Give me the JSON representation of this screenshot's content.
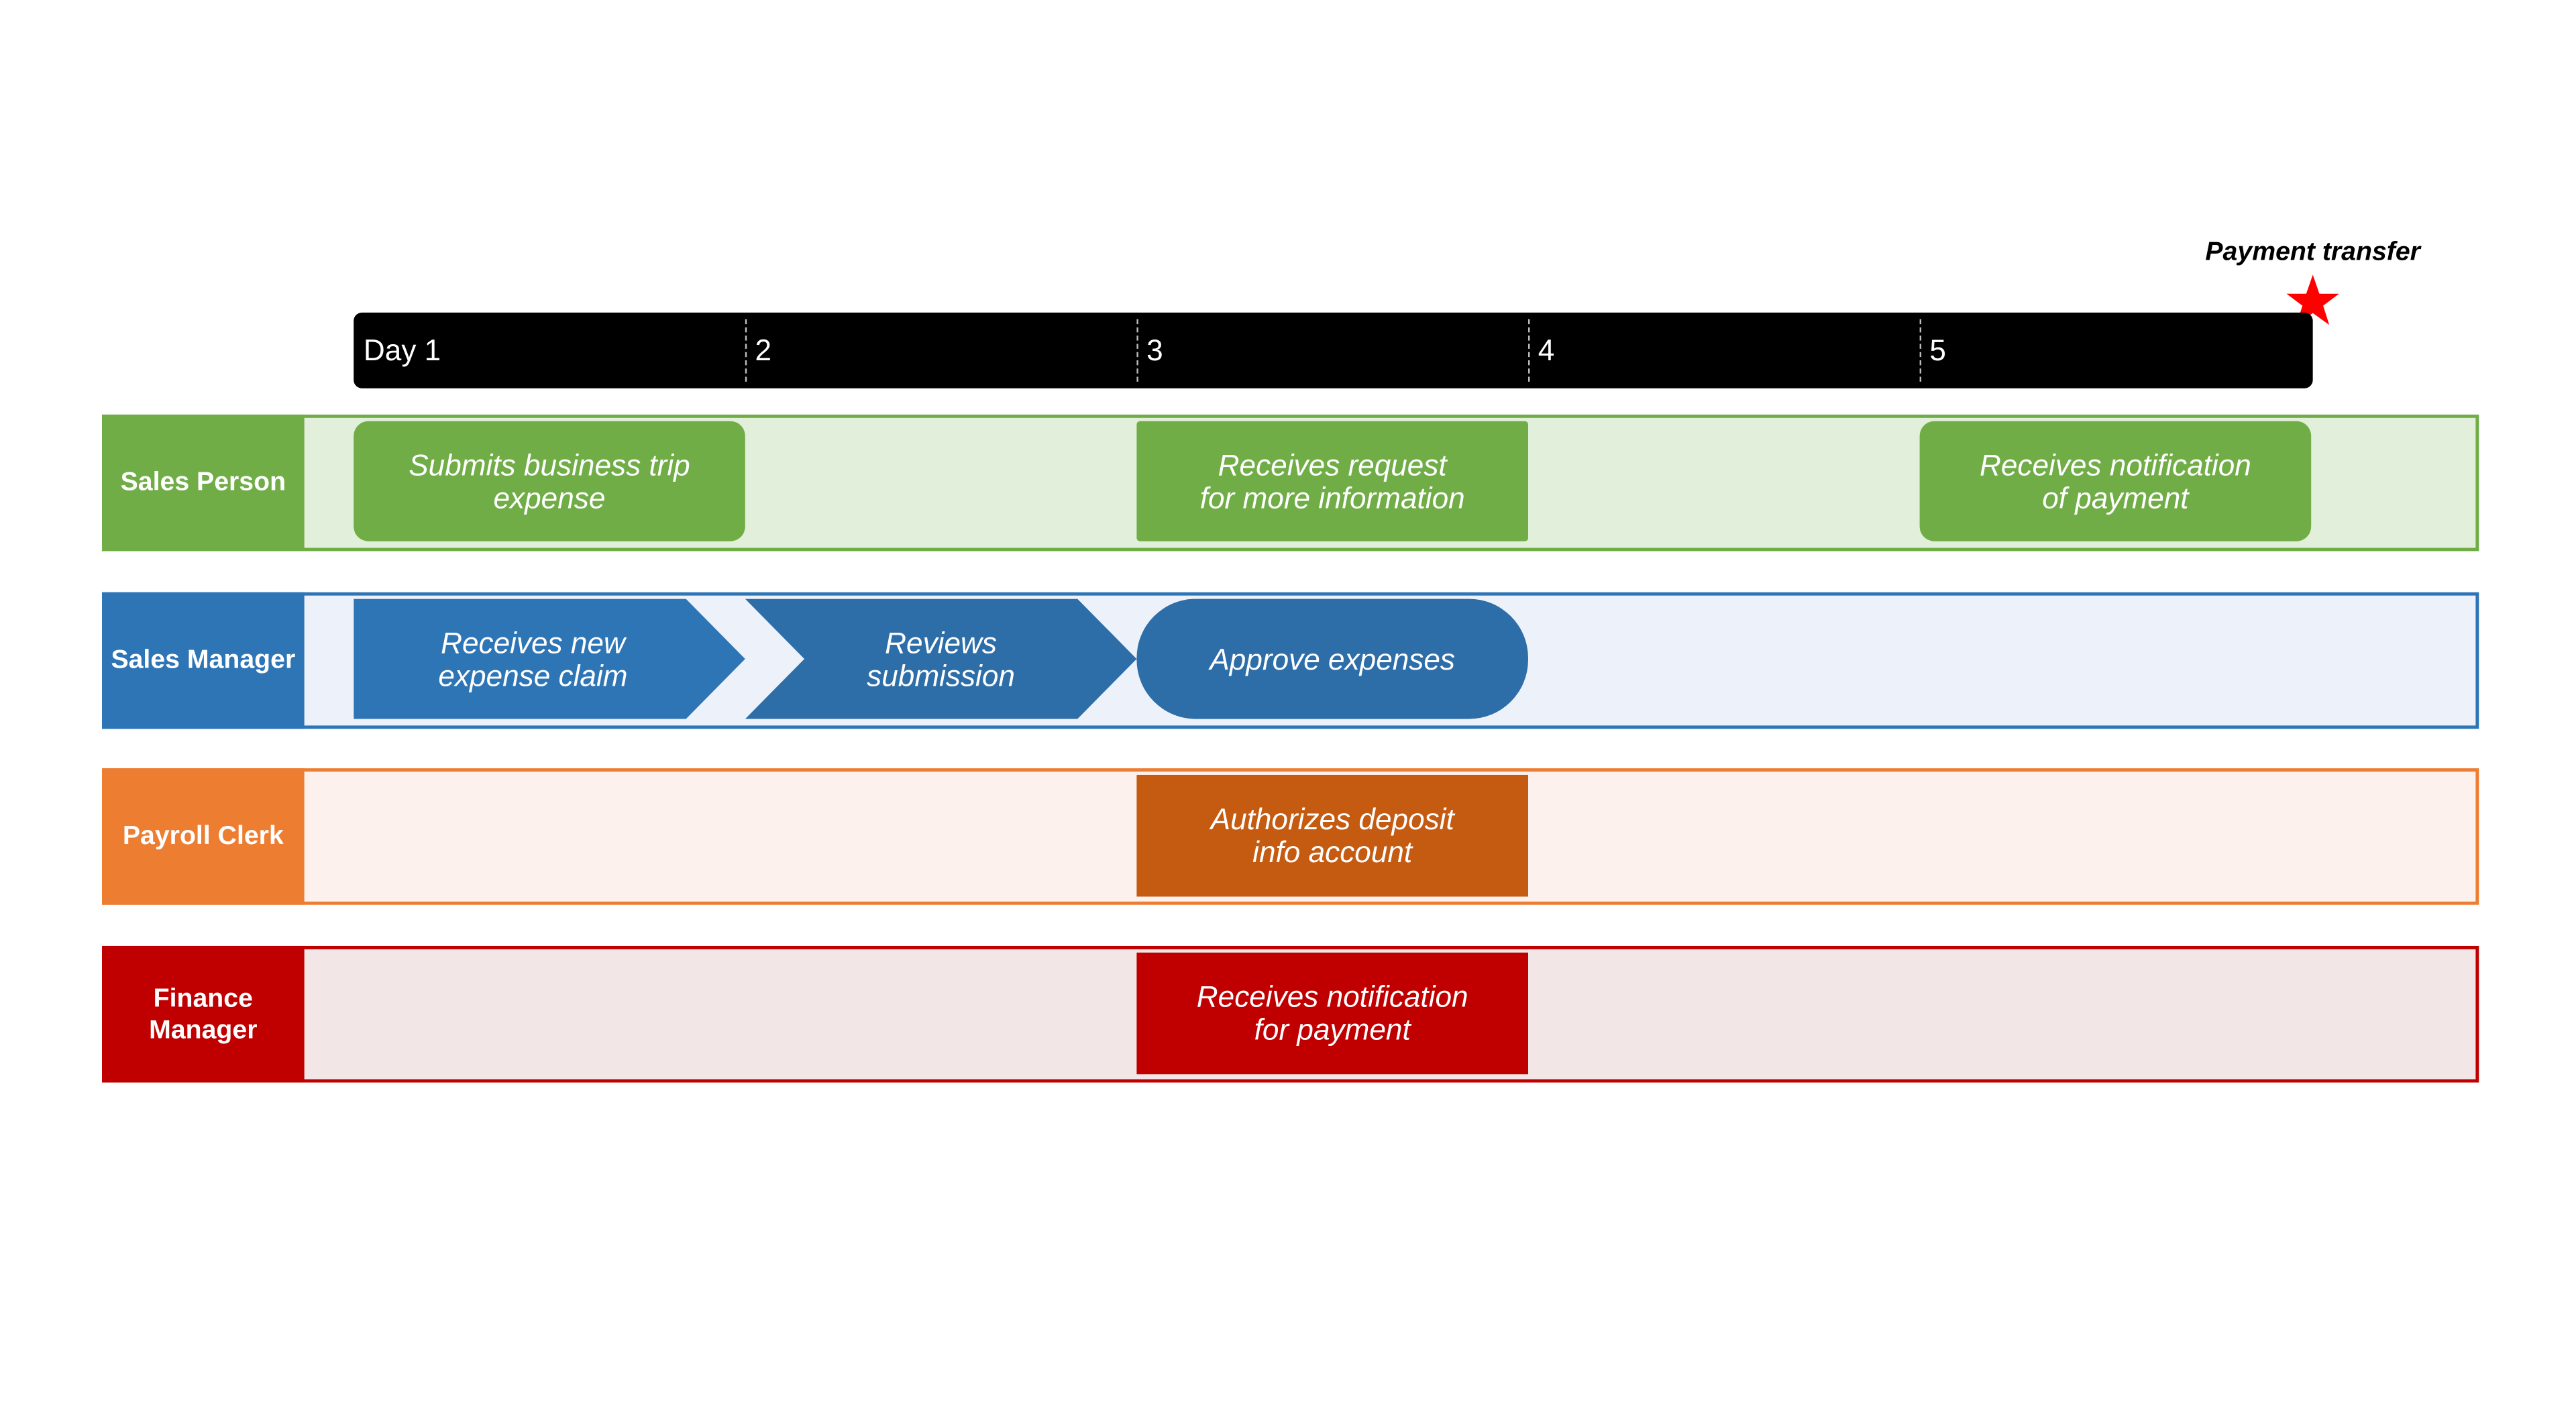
{
  "milestone": {
    "label": "Payment transfer",
    "icon": "star-icon",
    "color": "#ff0000"
  },
  "timeline": {
    "ticks": [
      "Day 1",
      "2",
      "3",
      "4",
      "5"
    ]
  },
  "lanes": [
    {
      "name": "Sales Person",
      "header_color": "#70ad47",
      "fill_color": "#e2efda",
      "tasks": [
        {
          "text": "Submits business trip\nexpense"
        },
        {
          "text": "Receives request\nfor more information"
        },
        {
          "text": "Receives notification\nof payment"
        }
      ]
    },
    {
      "name": "Sales Manager",
      "header_color": "#2e75b6",
      "fill_color": "#edf1fa",
      "tasks": [
        {
          "text": "Receives new\nexpense claim"
        },
        {
          "text": "Reviews\nsubmission"
        },
        {
          "text": "Approve expenses"
        }
      ]
    },
    {
      "name": "Payroll Clerk",
      "header_color": "#ed7d31",
      "fill_color": "#fcf1ed",
      "tasks": [
        {
          "text": "Authorizes deposit\ninfo account"
        }
      ]
    },
    {
      "name": "Finance\nManager",
      "header_color": "#c00000",
      "fill_color": "#f3e6e6",
      "tasks": [
        {
          "text": "Receives notification\nfor payment"
        }
      ]
    }
  ]
}
